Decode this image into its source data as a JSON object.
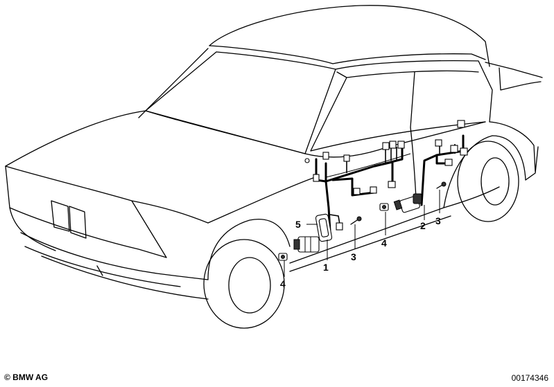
{
  "callouts": [
    {
      "id": "1",
      "label": "1"
    },
    {
      "id": "2",
      "label": "2"
    },
    {
      "id": "3a",
      "label": "3"
    },
    {
      "id": "3b",
      "label": "3"
    },
    {
      "id": "4a",
      "label": "4"
    },
    {
      "id": "4b",
      "label": "4"
    },
    {
      "id": "5",
      "label": "5"
    }
  ],
  "footer": {
    "copyright": "© BMW AG",
    "diagram_number": "00174346"
  }
}
